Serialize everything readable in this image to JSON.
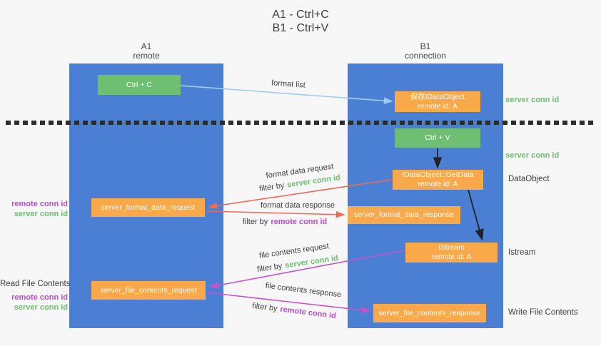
{
  "title": {
    "line1": "A1 - Ctrl+C",
    "line2": "B1 - Ctrl+V"
  },
  "lanes": {
    "left": {
      "id": "A1",
      "name": "remote"
    },
    "right": {
      "id": "B1",
      "name": "connection"
    }
  },
  "boxes": {
    "ctrl_c": {
      "label": "Ctrl + C"
    },
    "ctrl_v": {
      "label": "Ctrl + V"
    },
    "save_dataobject": {
      "line1": "保存IDataObject",
      "line2": "remote id: A"
    },
    "getdata": {
      "line1": "IDataObject::GetData",
      "line2": "remote id: A"
    },
    "istream": {
      "line1": "IStream",
      "line2": "remote id: A"
    },
    "format_request": {
      "label": "server_format_data_request"
    },
    "format_response": {
      "label": "server_format_data_response"
    },
    "file_request": {
      "label": "server_file_contents_request"
    },
    "file_response": {
      "label": "server_file_contents_response"
    }
  },
  "arrow_labels": {
    "format_list": "format list",
    "format_data_request": "format data request",
    "format_data_response": "format data response",
    "file_contents_request": "file contents request",
    "file_contents_response": "file contents response",
    "filter_by": "filter by"
  },
  "tokens": {
    "server_conn_id": "server conn id",
    "remote_conn_id": "remote conn id"
  },
  "side_labels": {
    "dataobject": "DataObject",
    "istream": "Istream",
    "write_file_contents": "Write File Contents",
    "read_file_contents": "Read File Contents"
  },
  "colors": {
    "lane_fill": "#4a7fd4",
    "green_box": "#6ebf72",
    "orange_box": "#f9a84a",
    "arrow_blue": "#9fccee",
    "arrow_red": "#ed6a5c",
    "arrow_magenta": "#c653c8",
    "arrow_black": "#222222",
    "token_green": "#6cbe70",
    "token_purple": "#b44fc8"
  }
}
